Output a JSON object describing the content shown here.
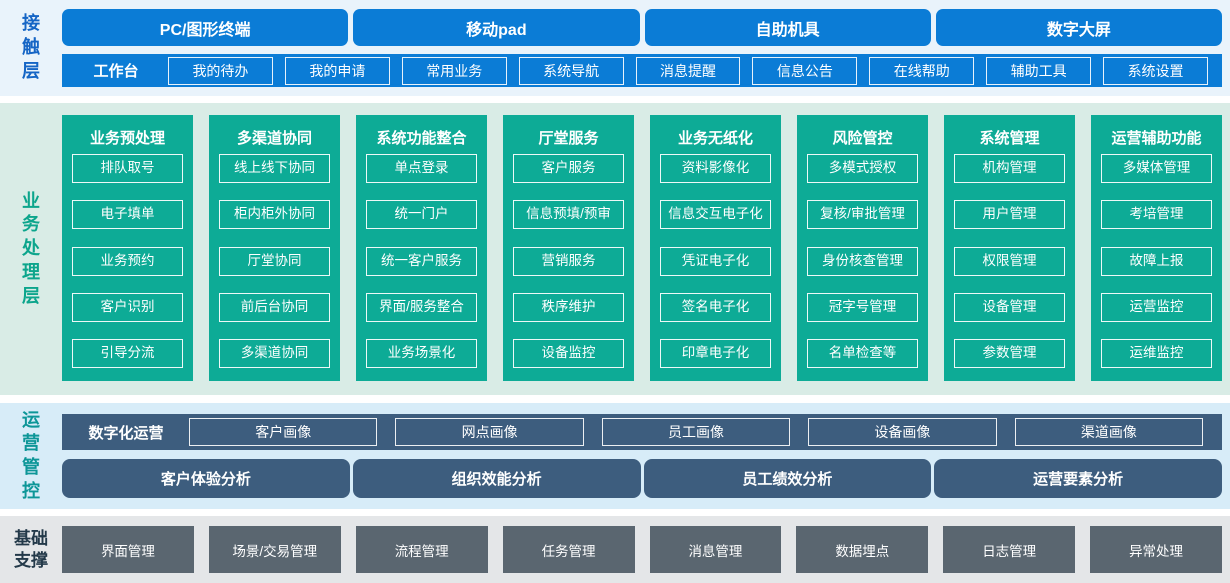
{
  "contact": {
    "label": "接触层",
    "terminals": [
      "PC/图形终端",
      "移动pad",
      "自助机具",
      "数字大屏"
    ],
    "workbench": {
      "label": "工作台",
      "items": [
        "我的待办",
        "我的申请",
        "常用业务",
        "系统导航",
        "消息提醒",
        "信息公告",
        "在线帮助",
        "辅助工具",
        "系统设置"
      ]
    }
  },
  "business": {
    "label": "业务处理层",
    "columns": [
      {
        "title": "业务预处理",
        "items": [
          "排队取号",
          "电子填单",
          "业务预约",
          "客户识别",
          "引导分流"
        ]
      },
      {
        "title": "多渠道协同",
        "items": [
          "线上线下协同",
          "柜内柜外协同",
          "厅堂协同",
          "前后台协同",
          "多渠道协同"
        ]
      },
      {
        "title": "系统功能整合",
        "items": [
          "单点登录",
          "统一门户",
          "统一客户服务",
          "界面/服务整合",
          "业务场景化"
        ]
      },
      {
        "title": "厅堂服务",
        "items": [
          "客户服务",
          "信息预填/预审",
          "营销服务",
          "秩序维护",
          "设备监控"
        ]
      },
      {
        "title": "业务无纸化",
        "items": [
          "资料影像化",
          "信息交互电子化",
          "凭证电子化",
          "签名电子化",
          "印章电子化"
        ]
      },
      {
        "title": "风险管控",
        "items": [
          "多模式授权",
          "复核/审批管理",
          "身份核查管理",
          "冠字号管理",
          "名单检查等"
        ]
      },
      {
        "title": "系统管理",
        "items": [
          "机构管理",
          "用户管理",
          "权限管理",
          "设备管理",
          "参数管理"
        ]
      },
      {
        "title": "运营辅助功能",
        "items": [
          "多媒体管理",
          "考培管理",
          "故障上报",
          "运营监控",
          "运维监控"
        ]
      }
    ]
  },
  "operations": {
    "label": "运营管控",
    "digital": {
      "label": "数字化运营",
      "items": [
        "客户画像",
        "网点画像",
        "员工画像",
        "设备画像",
        "渠道画像"
      ]
    },
    "analysis": [
      "客户体验分析",
      "组织效能分析",
      "员工绩效分析",
      "运营要素分析"
    ]
  },
  "foundation": {
    "label": "基础支撑",
    "items": [
      "界面管理",
      "场景/交易管理",
      "流程管理",
      "任务管理",
      "消息管理",
      "数据埋点",
      "日志管理",
      "异常处理"
    ]
  },
  "colors": {
    "accent_blue": "#0b7cd6",
    "contact_bg": "#e9f3fb",
    "contact_label": "#1565c5",
    "teal_green": "#0dab96",
    "business_bg": "#d9ece6",
    "business_label": "#0ca58c",
    "slate_blue": "#3d5d7e",
    "operations_bg": "#d7ecf8",
    "operations_label": "#0d9698",
    "gray_button": "#5a6670",
    "foundation_bg": "#e4e6e8",
    "foundation_label": "#233949"
  }
}
